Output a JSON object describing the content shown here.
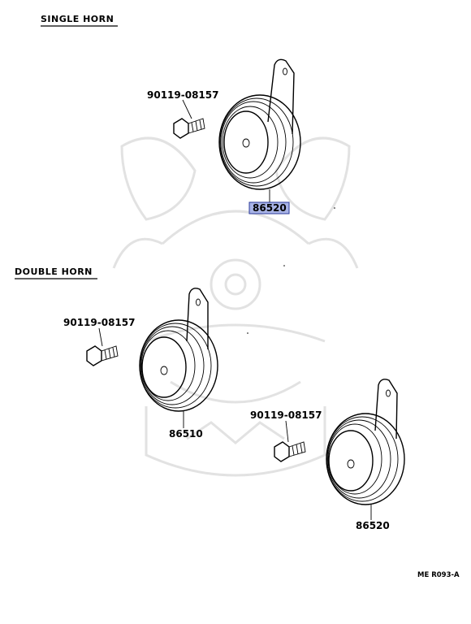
{
  "headings": {
    "single": "SINGLE HORN",
    "double": "DOUBLE HORN"
  },
  "labels": {
    "bolt_single": "90119-08157",
    "horn_single": "86520",
    "bolt_double_left": "90119-08157",
    "horn_double_left": "86510",
    "bolt_double_right": "90119-08157",
    "horn_double_right": "86520"
  },
  "code": "ME R093-A",
  "colors": {
    "highlight_fill": "#a9b4e6",
    "highlight_border": "#2a3a9a",
    "ink": "#000000",
    "watermark": "#d8d8d8"
  },
  "icons": {
    "watermark": "samurai-helmet-logo"
  }
}
